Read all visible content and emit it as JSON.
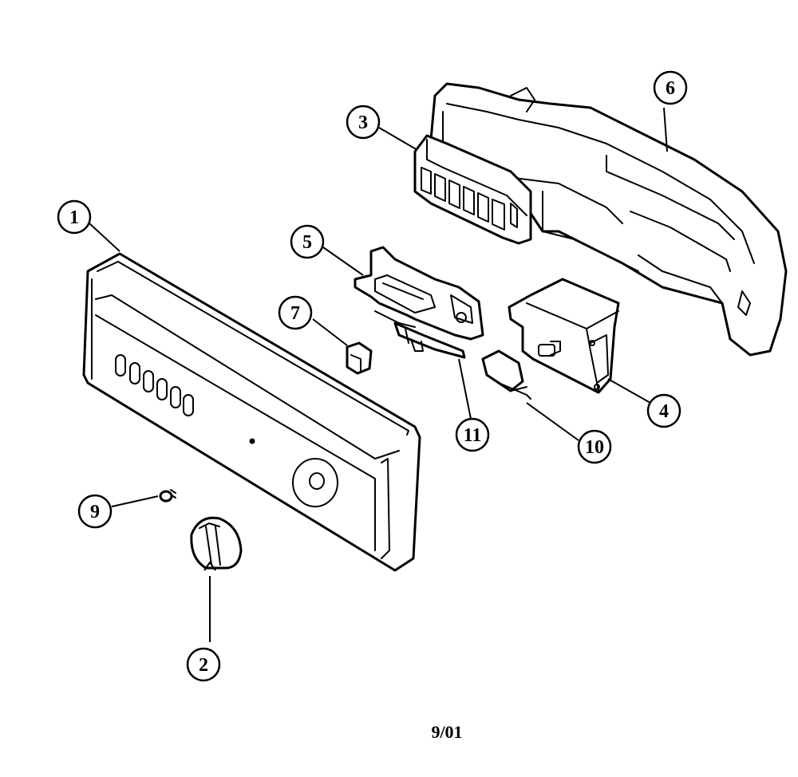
{
  "callouts": [
    {
      "id": "1",
      "label": "1"
    },
    {
      "id": "2",
      "label": "2"
    },
    {
      "id": "3",
      "label": "3"
    },
    {
      "id": "4",
      "label": "4"
    },
    {
      "id": "5",
      "label": "5"
    },
    {
      "id": "6",
      "label": "6"
    },
    {
      "id": "7",
      "label": "7"
    },
    {
      "id": "9",
      "label": "9"
    },
    {
      "id": "10",
      "label": "10"
    },
    {
      "id": "11",
      "label": "11"
    }
  ],
  "footer": {
    "date_code": "9/01"
  }
}
